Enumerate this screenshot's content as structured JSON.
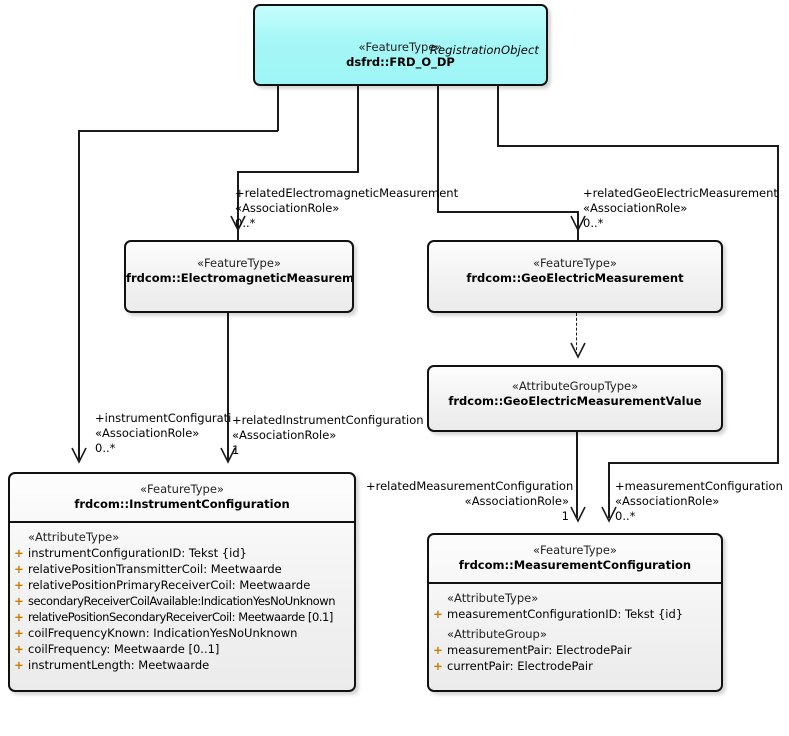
{
  "diagram": {
    "type": "uml-class-diagram",
    "colors": {
      "root_fill": "#a6f7f7",
      "class_fill": "#f2f2f2",
      "border": "#111111",
      "visibility_marker": "#cc7a00"
    }
  },
  "classes": {
    "root": {
      "corner_title": "RegistrationObject",
      "stereotype": "«FeatureType»",
      "name": "dsfrd::FRD_O_DP"
    },
    "electromagnetic_measurement": {
      "stereotype": "«FeatureType»",
      "name": "frdcom::ElectromagneticMeasurement"
    },
    "geoelectric_measurement": {
      "stereotype": "«FeatureType»",
      "name": "frdcom::GeoElectricMeasurement"
    },
    "geoelectric_measurement_value": {
      "stereotype": "«AttributeGroupType»",
      "name": "frdcom::GeoElectricMeasurementValue"
    },
    "instrument_configuration": {
      "stereotype": "«FeatureType»",
      "name": "frdcom::InstrumentConfiguration",
      "attribute_group_label": "«AttributeType»",
      "attributes": [
        {
          "visibility": "+",
          "text": "instrumentConfigurationID: Tekst {id}"
        },
        {
          "visibility": "+",
          "text": "relativePositionTransmitterCoil: Meetwaarde"
        },
        {
          "visibility": "+",
          "text": "relativePositionPrimaryReceiverCoil: Meetwaarde"
        },
        {
          "visibility": "+",
          "text": "secondaryReceiverCoilAvailable:IndicationYesNoUnknown"
        },
        {
          "visibility": "+",
          "text": "relativePositionSecondaryReceiverCoil: Meetwaarde [0.1]"
        },
        {
          "visibility": "+",
          "text": "coilFrequencyKnown: IndicationYesNoUnknown"
        },
        {
          "visibility": "+",
          "text": "coilFrequency: Meetwaarde [0..1]"
        },
        {
          "visibility": "+",
          "text": "instrumentLength: Meetwaarde"
        }
      ]
    },
    "measurement_configuration": {
      "stereotype": "«FeatureType»",
      "name": "frdcom::MeasurementConfiguration",
      "group_1_label": "«AttributeType»",
      "group_1_attributes": [
        {
          "visibility": "+",
          "text": "measurementConfigurationID: Tekst {id}"
        }
      ],
      "group_2_label": "«AttributeGroup»",
      "group_2_attributes": [
        {
          "visibility": "+",
          "text": "measurementPair: ElectrodePair"
        },
        {
          "visibility": "+",
          "text": "currentPair: ElectrodePair"
        }
      ]
    }
  },
  "associations": [
    {
      "id": "related-electromagnetic-measurement",
      "role": "+relatedElectromagneticMeasurement",
      "stereotype": "«AssociationRole»",
      "multiplicity": "0..*"
    },
    {
      "id": "related-geoelectric-measurement",
      "role": "+relatedGeoElectricMeasurement",
      "stereotype": "«AssociationRole»",
      "multiplicity": "0..*"
    },
    {
      "id": "instrument-configuration",
      "role": "+instrumentConfiguratio",
      "stereotype": "«AssociationRole»",
      "multiplicity": "0..*"
    },
    {
      "id": "related-instrument-configuration",
      "role": "+relatedInstrumentConfiguration",
      "stereotype": "«AssociationRole»",
      "multiplicity": "1"
    },
    {
      "id": "related-measurement-configuration",
      "role": "+relatedMeasurementConfiguration",
      "stereotype": "«AssociationRole»",
      "multiplicity": "1"
    },
    {
      "id": "measurement-configuration",
      "role": "+measurementConfiguration",
      "stereotype": "«AssociationRole»",
      "multiplicity": "0..*"
    }
  ]
}
